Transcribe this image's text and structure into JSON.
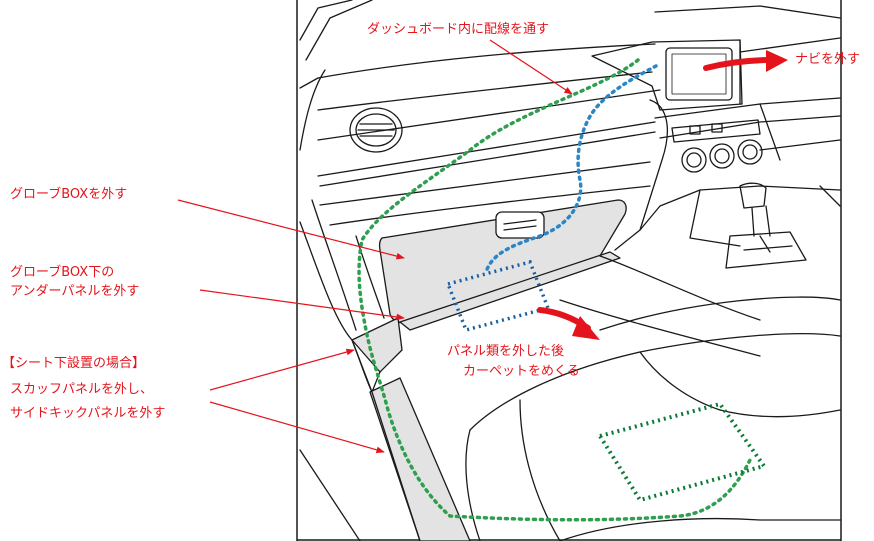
{
  "labels": {
    "dashboard": "ダッシュボード内に配線を通す",
    "navi": "ナビを外す",
    "glovebox": "グローブBOXを外す",
    "under_panel_1": "グローブBOX下の",
    "under_panel_2": "アンダーパネルを外す",
    "seat_1": "【シート下設置の場合】",
    "seat_2": "スカッフパネルを外し、",
    "seat_3": "サイドキックパネルを外す",
    "carpet_1": "パネル類を外した後",
    "carpet_2": "カーペットをめくる"
  },
  "colors": {
    "label_red": "#e5141c",
    "arrow_red": "#e5141c",
    "wire_green": "#2e9e4f",
    "wire_blue": "#2a86c6",
    "dash_green": "#0b7a36",
    "dash_blue": "#1a5fa3",
    "panel_fill": "#e3e3e3",
    "line": "#1a1a1a"
  },
  "icons": [
    "navi-arrow-icon",
    "carpet-arrow-icon",
    "callout-arrow"
  ]
}
